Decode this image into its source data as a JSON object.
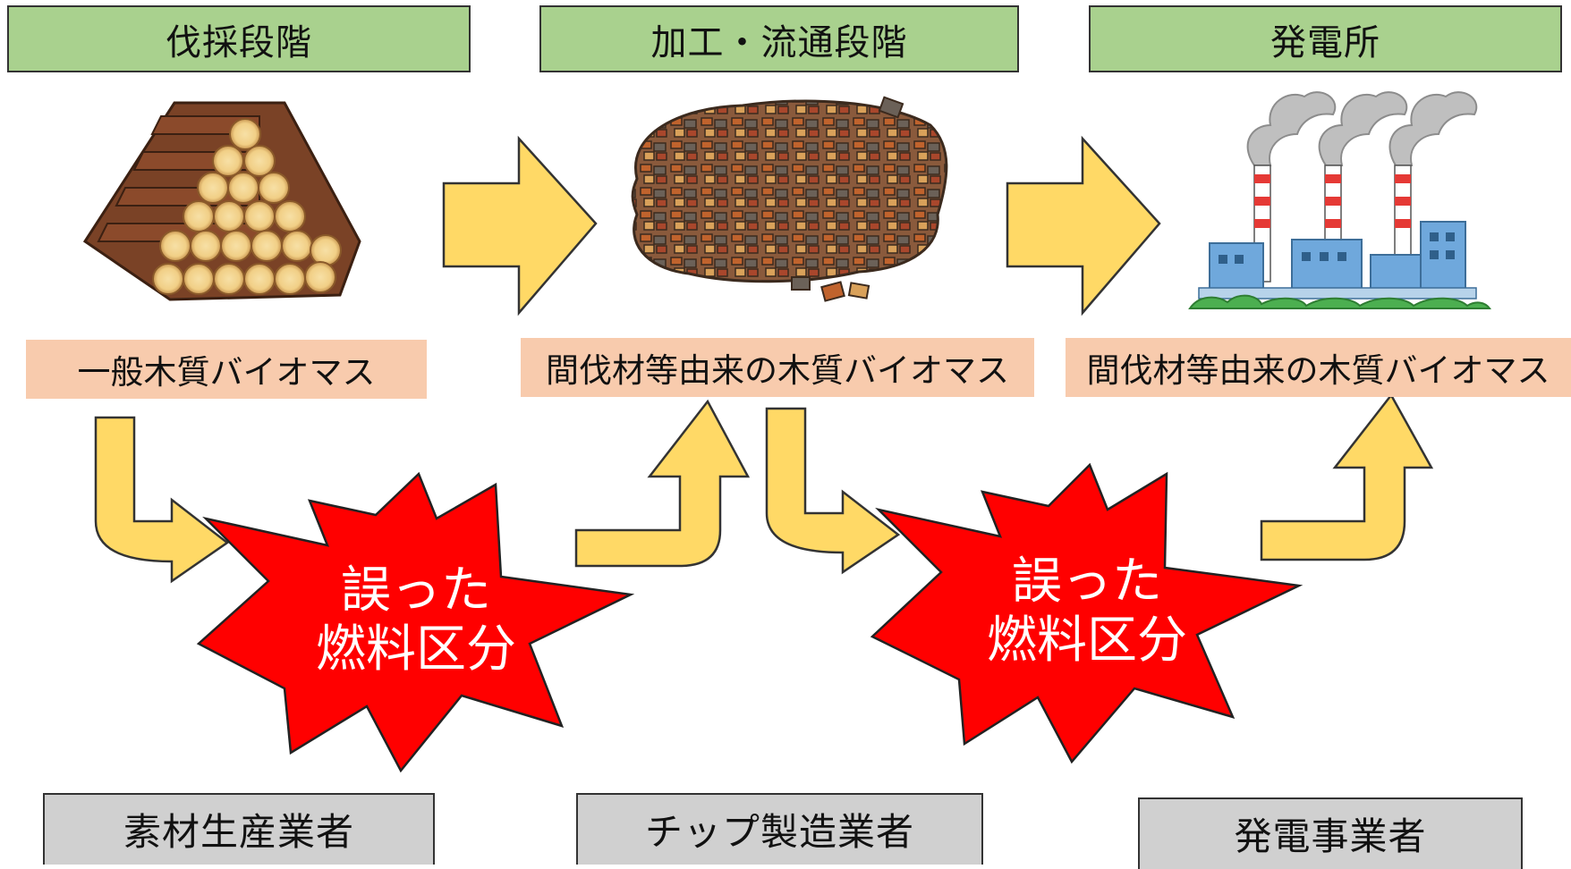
{
  "stages": {
    "harvest": "伐採段階",
    "processing": "加工・流通段階",
    "power_plant": "発電所"
  },
  "fuels": {
    "general": "一般木質バイオマス",
    "thinning_processing": "間伐材等由来の木質バイオマス",
    "thinning_plant": "間伐材等由来の木質バイオマス"
  },
  "bursts": {
    "left": {
      "line1": "誤った",
      "line2": "燃料区分"
    },
    "right": {
      "line1": "誤った",
      "line2": "燃料区分"
    }
  },
  "actors": {
    "material": "素材生産業者",
    "chip": "チップ製造業者",
    "generator": "発電事業者"
  },
  "colors": {
    "stage_bg": "#a9d18e",
    "fuel_bg": "#f8cbad",
    "actor_bg": "#d0d0d0",
    "arrow_fill": "#ffd966",
    "burst_fill": "#ff0000"
  },
  "icons": [
    "log-pile-icon",
    "wood-chips-icon",
    "power-plant-icon"
  ]
}
